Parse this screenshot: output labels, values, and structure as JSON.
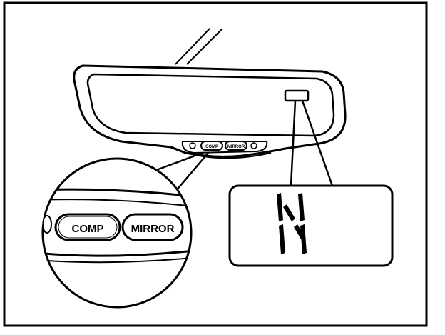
{
  "diagram": {
    "mirror_buttons": {
      "comp_label": "COMP",
      "mirror_label": "MIRROR"
    },
    "callout_buttons": {
      "comp_label": "COMP",
      "mirror_label": "MIRROR"
    },
    "display": {
      "readout_icon": "segment-n-icon"
    },
    "colors": {
      "line": "#000000",
      "background": "#ffffff"
    }
  }
}
